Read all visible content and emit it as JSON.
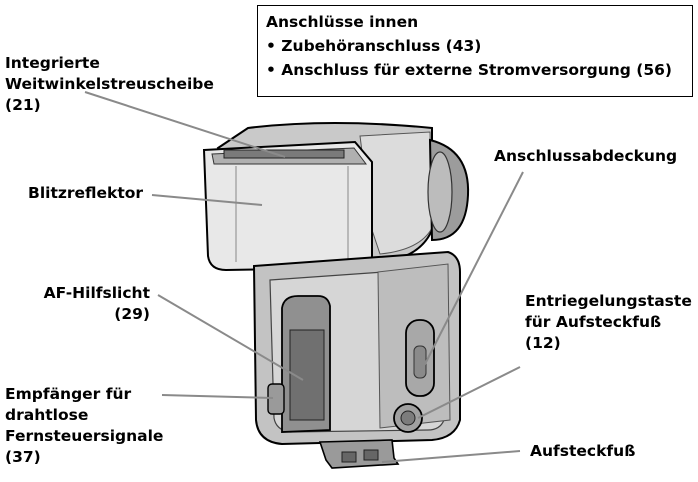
{
  "info_box": {
    "title": "Anschlüsse innen",
    "items": [
      "• Zubehöranschluss (43)",
      "• Anschluss für externe Stromversorgung (56)"
    ]
  },
  "labels": {
    "diffuser": [
      "Integrierte",
      "Weitwinkelstreuscheibe",
      "(21)"
    ],
    "reflector": "Blitzreflektor",
    "af_assist": [
      "AF-Hilfslicht",
      "(29)"
    ],
    "receiver": [
      "Empfänger für",
      "drahtlose",
      "Fernsteuersignale",
      "(37)"
    ],
    "port_cover": "Anschlussabdeckung",
    "release": [
      "Entriegelungstaste",
      "für Aufsteckfuß",
      "(12)"
    ],
    "foot": "Aufsteckfuß"
  }
}
